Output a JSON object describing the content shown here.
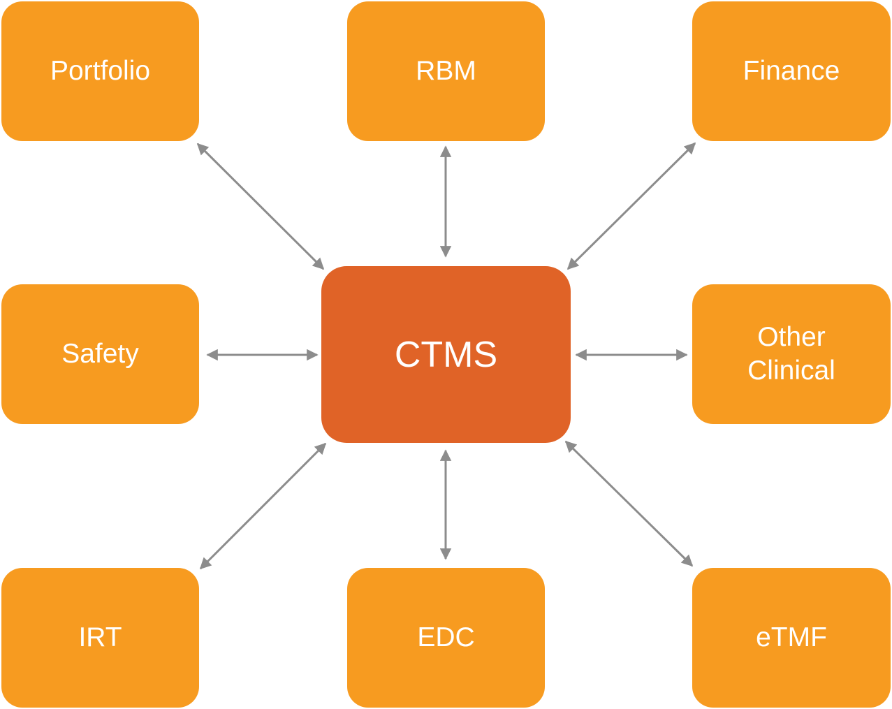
{
  "diagram": {
    "hub": {
      "id": "ctms",
      "label": "CTMS",
      "color": "#E06327"
    },
    "nodes": [
      {
        "id": "portfolio",
        "label": "Portfolio"
      },
      {
        "id": "rbm",
        "label": "RBM"
      },
      {
        "id": "finance",
        "label": "Finance"
      },
      {
        "id": "safety",
        "label": "Safety"
      },
      {
        "id": "other-clinical",
        "label": "Other\nClinical"
      },
      {
        "id": "irt",
        "label": "IRT"
      },
      {
        "id": "edc",
        "label": "EDC"
      },
      {
        "id": "etmf",
        "label": "eTMF"
      }
    ],
    "node_color": "#F79B20",
    "connector_color": "#8C8C8C",
    "connections": [
      {
        "from": "ctms",
        "to": "portfolio",
        "direction": "both"
      },
      {
        "from": "ctms",
        "to": "rbm",
        "direction": "both"
      },
      {
        "from": "ctms",
        "to": "finance",
        "direction": "both"
      },
      {
        "from": "ctms",
        "to": "safety",
        "direction": "both"
      },
      {
        "from": "ctms",
        "to": "other-clinical",
        "direction": "both"
      },
      {
        "from": "ctms",
        "to": "irt",
        "direction": "both"
      },
      {
        "from": "ctms",
        "to": "edc",
        "direction": "both"
      },
      {
        "from": "ctms",
        "to": "etmf",
        "direction": "both"
      }
    ]
  }
}
